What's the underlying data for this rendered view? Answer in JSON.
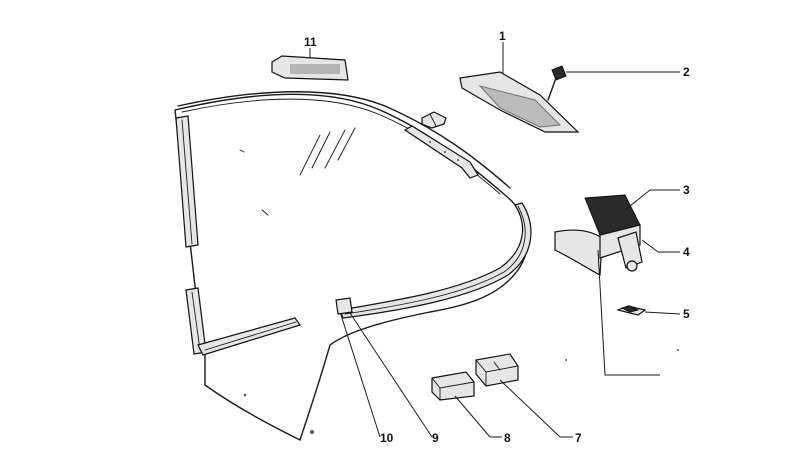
{
  "callouts": [
    {
      "id": "1",
      "label": "1"
    },
    {
      "id": "2",
      "label": "2"
    },
    {
      "id": "3",
      "label": "3"
    },
    {
      "id": "4",
      "label": "4"
    },
    {
      "id": "5",
      "label": "5"
    },
    {
      "id": "7",
      "label": "7"
    },
    {
      "id": "8",
      "label": "8"
    },
    {
      "id": "9",
      "label": "9"
    },
    {
      "id": "10",
      "label": "10"
    },
    {
      "id": "11",
      "label": "11"
    }
  ]
}
